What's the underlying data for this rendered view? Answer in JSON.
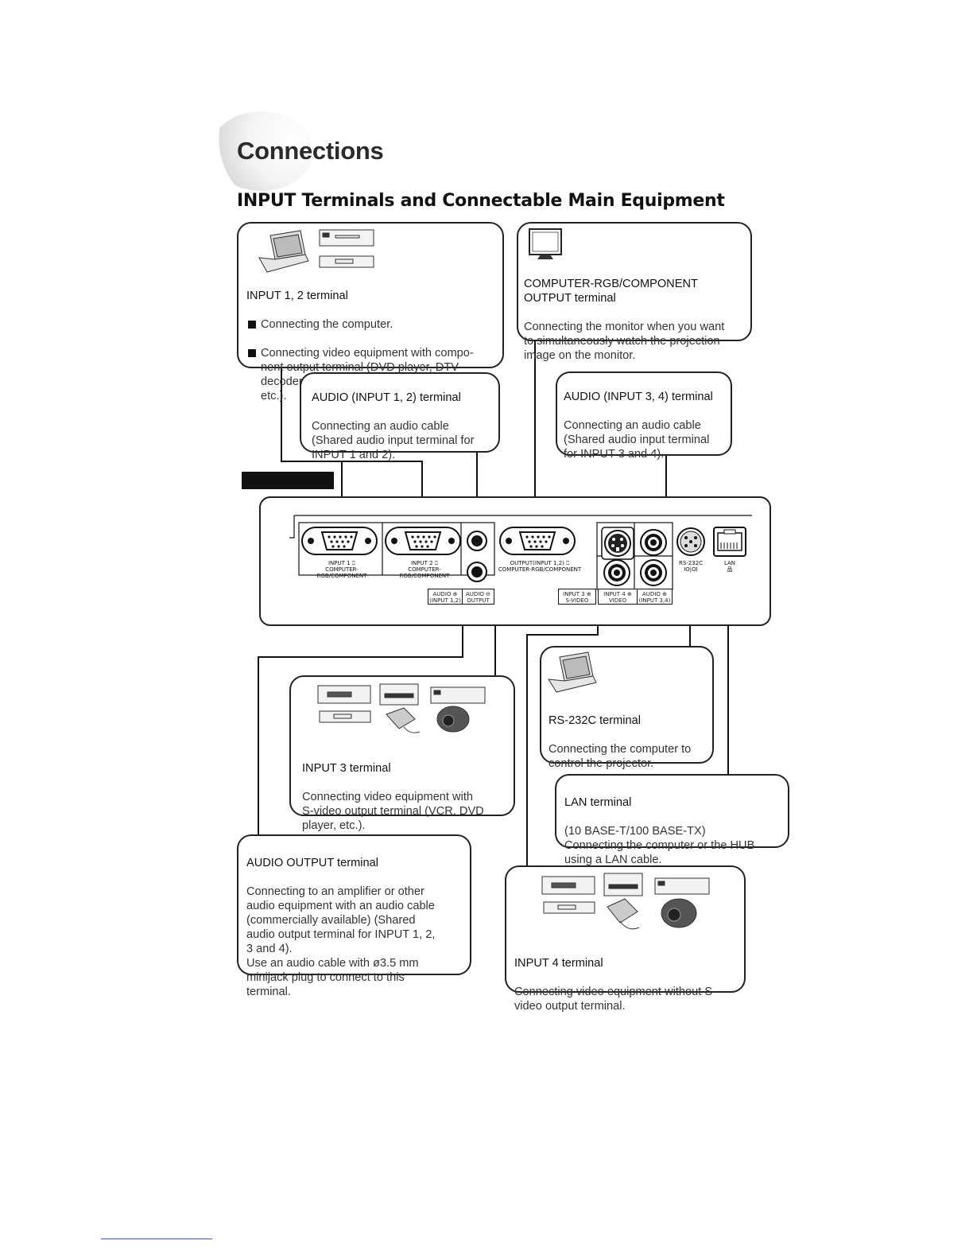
{
  "page": {
    "title": "Connections",
    "subtitle": "INPUT Terminals and Connectable Main Equipment"
  },
  "boxes": {
    "input12": {
      "heading": "INPUT 1, 2 terminal",
      "bullets": [
        "Connecting the computer.",
        "Connecting video equipment with compo-\nnent output terminal (DVD player, DTV\ndecoder, DVD recorder with hard disc,\netc.)."
      ]
    },
    "output": {
      "heading": "COMPUTER-RGB/COMPONENT\nOUTPUT terminal",
      "body": "Connecting the monitor when you want\nto simultaneously watch the projection\nimage on the monitor."
    },
    "audio12": {
      "heading": "AUDIO (INPUT 1, 2) terminal",
      "body": "Connecting an audio cable\n(Shared audio input terminal for\nINPUT 1 and 2)."
    },
    "audio34": {
      "heading": "AUDIO (INPUT 3, 4) terminal",
      "body": "Connecting an audio cable\n(Shared audio input terminal\nfor INPUT 3 and 4)."
    },
    "input3": {
      "heading": "INPUT 3 terminal",
      "body": "Connecting video equipment with\nS-video output terminal (VCR, DVD\nplayer, etc.)."
    },
    "rs232c": {
      "heading": "RS-232C terminal",
      "body": "Connecting the computer to\ncontrol the projector."
    },
    "lan": {
      "heading": "LAN terminal",
      "body": "(10 BASE-T/100 BASE-TX)\nConnecting the computer or the HUB\nusing a LAN cable."
    },
    "audio_out": {
      "heading": "AUDIO OUTPUT terminal",
      "body": "Connecting to an amplifier or other\naudio equipment with an audio cable\n(commercially available) (Shared\naudio output terminal for INPUT 1, 2,\n3 and 4).\nUse an audio cable with ø3.5 mm\nminijack plug to connect to this\nterminal."
    },
    "input4": {
      "heading": "INPUT 4 terminal",
      "body": "Connecting video equipment without S-\nvideo output terminal."
    }
  },
  "panel": {
    "input1": "INPUT 1  ⎕\nCOMPUTER-RGB/COMPONENT",
    "input2": "INPUT 2  ⎕\nCOMPUTER-RGB/COMPONENT",
    "output": "OUTPUT(INPUT 1,2)  ⎕\nCOMPUTER-RGB/COMPONENT",
    "rs232c": "RS-232C\nIO|OI",
    "lan": "LAN\n品",
    "tag_audio_in12": "AUDIO ⊕\n(INPUT 1,2)",
    "tag_audio_out": "AUDIO ⊖\nOUTPUT",
    "tag_input3": "INPUT 3 ⊕\nS-VIDEO",
    "tag_input4": "INPUT 4 ⊕\nVIDEO",
    "tag_audio34": "AUDIO ⊕\n(INPUT 3,4)"
  }
}
